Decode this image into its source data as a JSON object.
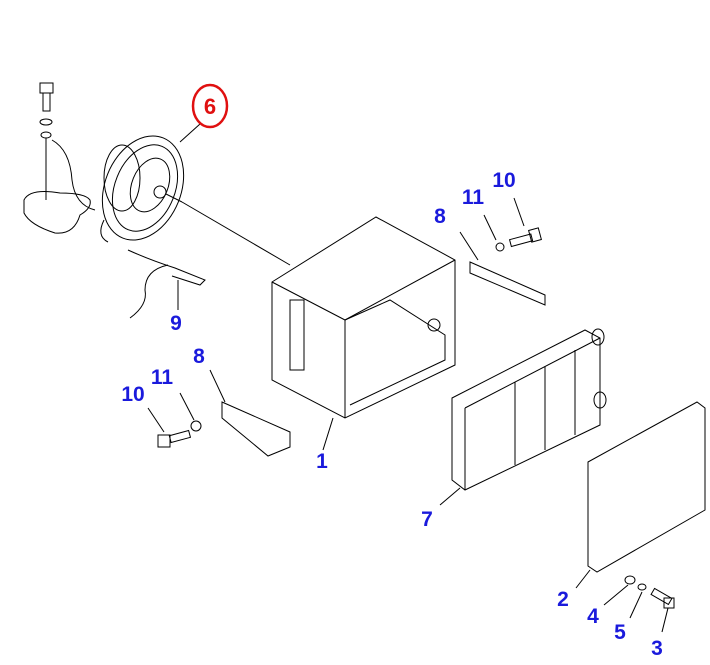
{
  "diagram": {
    "highlight_color": "#e01010",
    "label_color": "#1a1adc",
    "callouts": {
      "fan_motor": "6",
      "harness": "9",
      "bracket_right": "8",
      "washer_right": "11",
      "bolt_right": "10",
      "bracket_left": "8",
      "washer_left": "11",
      "bolt_left": "10",
      "case": "1",
      "core": "7",
      "cover_plate": "2",
      "washer_4": "4",
      "washer_5": "5",
      "bolt_3": "3"
    }
  }
}
